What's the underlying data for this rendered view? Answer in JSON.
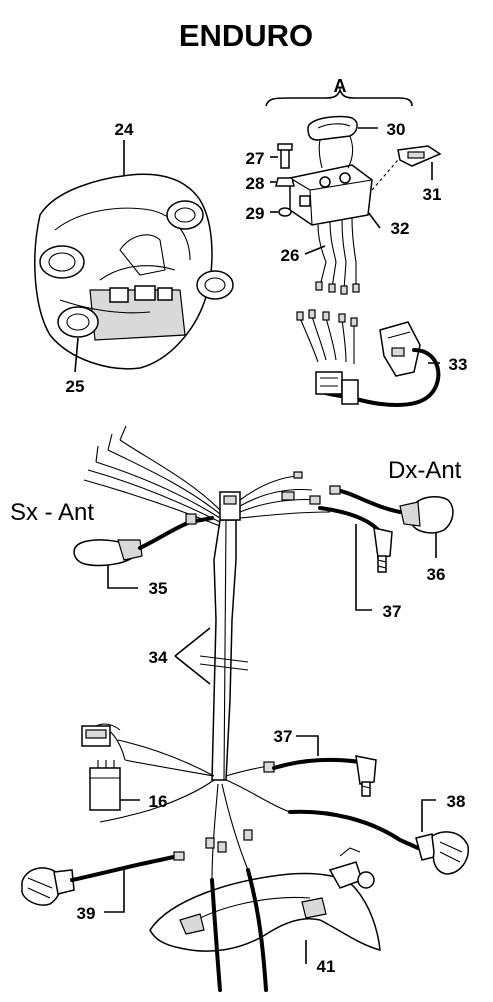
{
  "title": "ENDURO",
  "group_label": "A",
  "side_labels": {
    "left": "Sx - Ant",
    "right": "Dx-Ant"
  },
  "callouts": {
    "c24": "24",
    "c25": "25",
    "c26": "26",
    "c27": "27",
    "c28": "28",
    "c29": "29",
    "c30": "30",
    "c31": "31",
    "c32": "32",
    "c33": "33",
    "c34": "34",
    "c35": "35",
    "c36": "36",
    "c37a": "37",
    "c37b": "37",
    "c16": "16",
    "c38": "38",
    "c39": "39",
    "c41": "41"
  }
}
